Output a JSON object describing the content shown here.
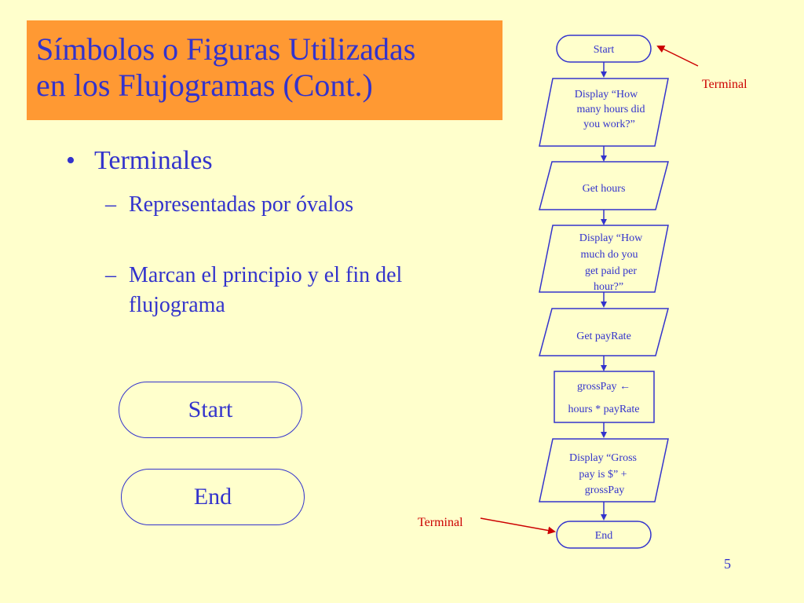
{
  "title": {
    "line1": "Símbolos o Figuras Utilizadas",
    "line2": "en los Flujogramas (Cont.)"
  },
  "bullets": {
    "main": {
      "marker": "•",
      "text": "Terminales"
    },
    "subs": [
      {
        "marker": "–",
        "text": "Representadas por óvalos"
      },
      {
        "marker": "–",
        "text": "Marcan el principio y el fin del flujograma"
      }
    ]
  },
  "examples": {
    "start": "Start",
    "end": "End"
  },
  "flowchart": {
    "nodes": [
      {
        "id": "start",
        "shape": "terminal",
        "lines": [
          "Start"
        ]
      },
      {
        "id": "display-hours",
        "shape": "io",
        "lines": [
          "Display  “How",
          "many hours did",
          "you work?”"
        ]
      },
      {
        "id": "get-hours",
        "shape": "io",
        "lines": [
          "Get  hours"
        ]
      },
      {
        "id": "display-pay",
        "shape": "io",
        "lines": [
          "Display  “How",
          "much do you",
          "get paid per",
          "hour?”"
        ]
      },
      {
        "id": "get-payrate",
        "shape": "io",
        "lines": [
          "Get  payRate"
        ]
      },
      {
        "id": "compute",
        "shape": "process",
        "lines": [
          "grossPay ←",
          "hours * payRate"
        ]
      },
      {
        "id": "display-gross",
        "shape": "io",
        "lines": [
          "Display  “Gross",
          "pay is $” +",
          "grossPay"
        ]
      },
      {
        "id": "end",
        "shape": "terminal",
        "lines": [
          "End"
        ]
      }
    ],
    "annotations": [
      {
        "text": "Terminal",
        "points_to": "start"
      },
      {
        "text": "Terminal",
        "points_to": "end"
      }
    ]
  },
  "colors": {
    "background": "#FFFFCC",
    "title_bg": "#FF9933",
    "text": "#3333CC",
    "annotation": "#CC0000"
  },
  "page_number": "5"
}
